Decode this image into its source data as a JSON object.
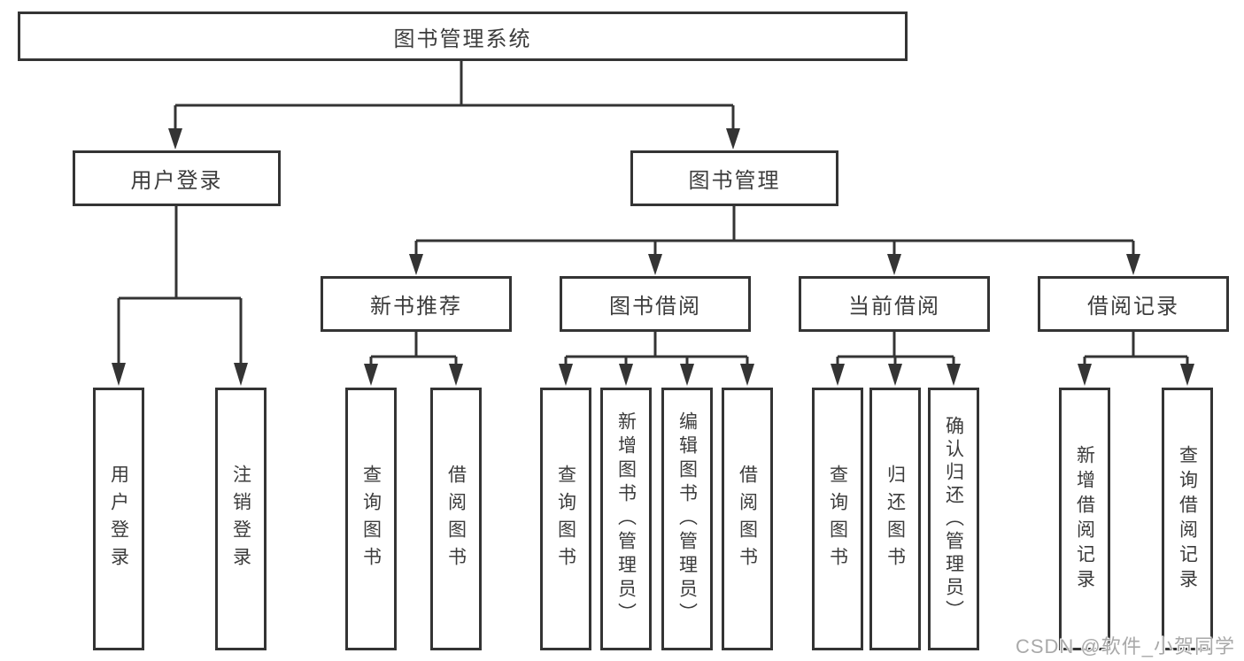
{
  "title": "图书管理系统",
  "watermark": "CSDN @软件_小贺同学",
  "colors": {
    "line": "#343434",
    "box_border": "#343434",
    "text": "#3c3c3c",
    "watermark": "#a9a9a9",
    "background": "#ffffff"
  },
  "nodes": {
    "root": "图书管理系统",
    "user_login": "用户登录",
    "book_mgmt": "图书管理",
    "new_book_rec": "新书推荐",
    "book_borrow": "图书借阅",
    "current_borrow": "当前借阅",
    "borrow_records": "借阅记录",
    "l_user_login": "用户登录",
    "l_logout": "注销登录",
    "l_query_book_1": "查询图书",
    "l_borrow_book_1": "借阅图书",
    "l_query_book_2": "查询图书",
    "l_add_book_admin": "新增图书（管理员）",
    "l_edit_book_admin": "编辑图书（管理员）",
    "l_borrow_book_2": "借阅图书",
    "l_query_book_3": "查询图书",
    "l_return_book": "归还图书",
    "l_confirm_return_admin": "确认归还（管理员）",
    "l_add_borrow_record": "新增借阅记录",
    "l_query_borrow_record": "查询借阅记录"
  },
  "hierarchy": {
    "图书管理系统": {
      "用户登录": [
        "用户登录",
        "注销登录"
      ],
      "图书管理": {
        "新书推荐": [
          "查询图书",
          "借阅图书"
        ],
        "图书借阅": [
          "查询图书",
          "新增图书（管理员）",
          "编辑图书（管理员）",
          "借阅图书"
        ],
        "当前借阅": [
          "查询图书",
          "归还图书",
          "确认归还（管理员）"
        ],
        "借阅记录": [
          "新增借阅记录",
          "查询借阅记录"
        ]
      }
    }
  }
}
